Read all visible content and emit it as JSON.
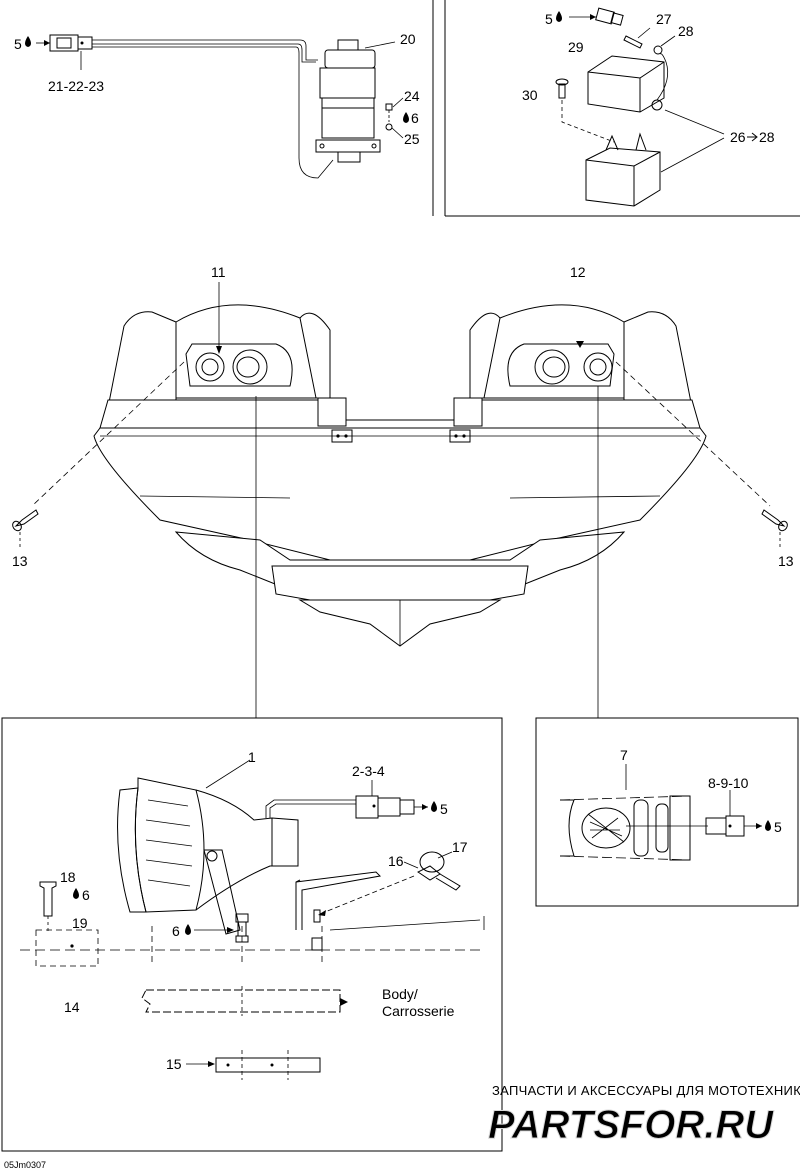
{
  "callouts": {
    "c5_top_left": "5",
    "c21_22_23": "21-22-23",
    "c20": "20",
    "c24": "24",
    "c6_top": "6",
    "c25": "25",
    "c5_top_right": "5",
    "c27": "27",
    "c28": "28",
    "c29": "29",
    "c30": "30",
    "c26_28": "26",
    "c26_28_tail": "28",
    "c11": "11",
    "c12": "12",
    "c13_left": "13",
    "c13_right": "13",
    "c1": "1",
    "c2_3_4": "2-3-4",
    "c5_mid": "5",
    "c16": "16",
    "c17": "17",
    "c18": "18",
    "c6_mid": "6",
    "c19": "19",
    "c6_low": "6",
    "c14": "14",
    "c15": "15",
    "c7": "7",
    "c8_9_10": "8-9-10",
    "c5_right": "5"
  },
  "body_label": {
    "line1": "Body/",
    "line2": "Carrosserie"
  },
  "drawing_code": "05Jm0307",
  "watermark": {
    "tagline": "ЗАПЧАСТИ И АКСЕССУАРЫ ДЛЯ МОТОТЕХНИКИ",
    "brand": "PARTSFOR.RU"
  },
  "icons": {
    "lubricant": "oil-drop-icon",
    "arrow": "arrow-right-icon"
  },
  "colors": {
    "line": "#000000",
    "background": "#ffffff",
    "watermark": "#cccccc"
  }
}
